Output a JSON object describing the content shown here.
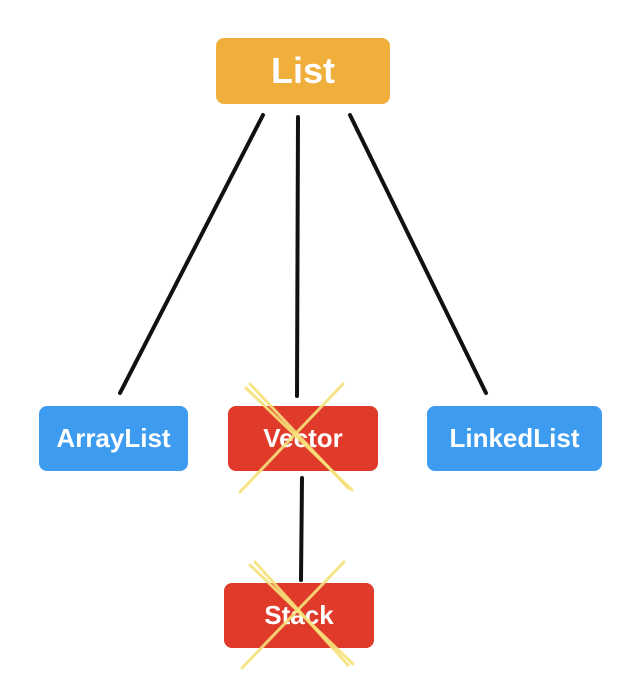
{
  "nodes": {
    "list": {
      "label": "List",
      "color": "#f0ae3a"
    },
    "arraylist": {
      "label": "ArrayList",
      "color": "#3d9cf0"
    },
    "vector": {
      "label": "Vector",
      "color": "#e03a2a",
      "crossed_out": true
    },
    "linkedlist": {
      "label": "LinkedList",
      "color": "#3d9cf0"
    },
    "stack": {
      "label": "Stack",
      "color": "#e03a2a",
      "crossed_out": true
    }
  },
  "edges": [
    {
      "from": "list",
      "to": "arraylist"
    },
    {
      "from": "list",
      "to": "vector"
    },
    {
      "from": "list",
      "to": "linkedlist"
    },
    {
      "from": "vector",
      "to": "stack"
    }
  ]
}
